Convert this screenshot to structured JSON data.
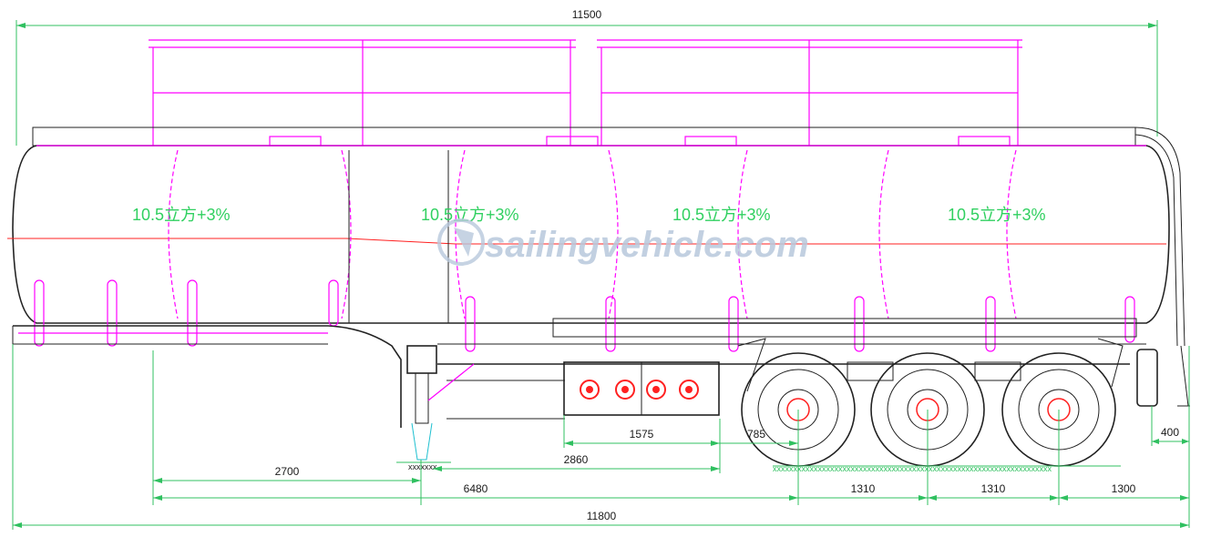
{
  "dimensions": {
    "overall_length_top": "11500",
    "overall_length_bottom": "11800",
    "kingpin_to_landing_gear": "2700",
    "kingpin_to_first_axle": "6480",
    "toolbox_span": "2860",
    "toolbox_width": "1575",
    "toolbox_to_axle": "785",
    "axle_spacing_1": "1310",
    "axle_spacing_2": "1310",
    "rear_overhang": "1300",
    "rear_bumper": "400"
  },
  "compartments": [
    {
      "label": "10.5立方+3%"
    },
    {
      "label": "10.5立方+3%"
    },
    {
      "label": "10.5立方+3%"
    },
    {
      "label": "10.5立方+3%"
    }
  ],
  "watermark": "sailingvehicle.com",
  "colors": {
    "outline": "#222222",
    "accessory": "#ff00ff",
    "dimension": "#30c060",
    "centerline": "#ff2020",
    "watermark": "#b8c8dc"
  }
}
